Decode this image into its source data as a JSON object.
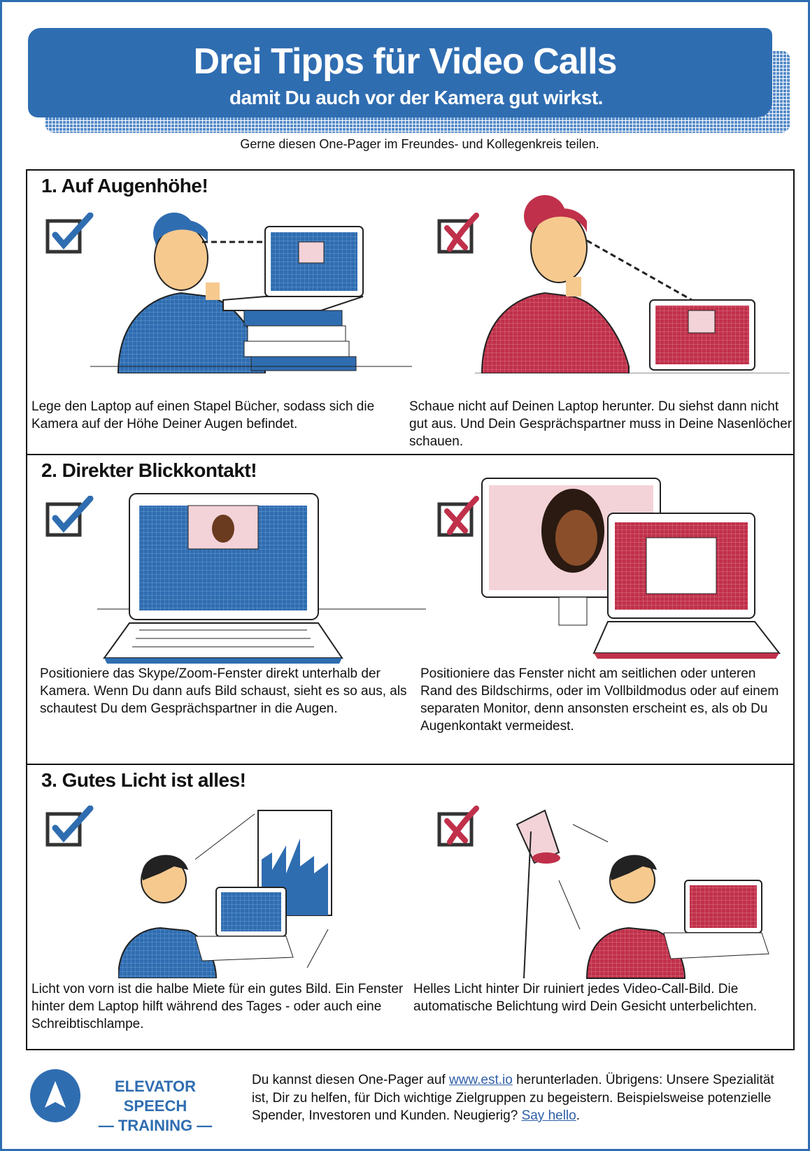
{
  "header": {
    "title": "Drei Tipps für Video Calls",
    "subtitle": "damit Du auch vor der Kamera gut wirkst.",
    "share_note": "Gerne diesen One-Pager im Freundes- und Kollegenkreis teilen."
  },
  "colors": {
    "blue": "#2f6db1",
    "red": "#c0304a",
    "skin": "#f6c98f"
  },
  "sections": [
    {
      "title": "1. Auf Augenhöhe!",
      "good": "Lege den Laptop auf einen Stapel Bücher, sodass sich die Kamera auf der Höhe Deiner Augen befindet.",
      "bad": "Schaue nicht auf Deinen Laptop herunter. Du siehst dann nicht gut aus. Und Dein Gesprächspartner muss in Deine Nasenlöcher schauen."
    },
    {
      "title": "2. Direkter Blickkontakt!",
      "good": "Positioniere das Skype/Zoom-Fenster direkt unterhalb der Kamera. Wenn Du dann aufs Bild schaust, sieht es so aus, als schautest Du dem Gesprächspartner in die Augen.",
      "bad": "Positioniere das Fenster nicht am seitlichen oder unteren Rand des Bildschirms, oder im Vollbildmodus oder auf einem separaten Monitor, denn ansonsten erscheint es, als ob Du Augenkontakt vermeidest."
    },
    {
      "title": "3. Gutes Licht ist alles!",
      "good": "Licht von vorn ist die halbe Miete für ein gutes Bild. Ein Fenster hinter dem Laptop hilft während des Tages - oder auch eine Schreibtischlampe.",
      "bad": "Helles Licht hinter Dir ruiniert jedes Video-Call-Bild. Die automatische Belichtung wird Dein Gesicht unterbelichten."
    }
  ],
  "footer": {
    "logo_line1": "ELEVATOR SPEECH",
    "logo_line2": "— TRAINING —",
    "text1": "Du kannst diesen One-Pager auf ",
    "link1": "www.est.io",
    "text2": " herunterladen. Übrigens: Unsere Spezialität ist, Dir zu helfen, für Dich wichtige Zielgruppen zu begeistern. Beispielsweise potenzielle Spender, Investoren und Kunden. Neugierig? ",
    "link2": "Say hello",
    "text3": "."
  }
}
